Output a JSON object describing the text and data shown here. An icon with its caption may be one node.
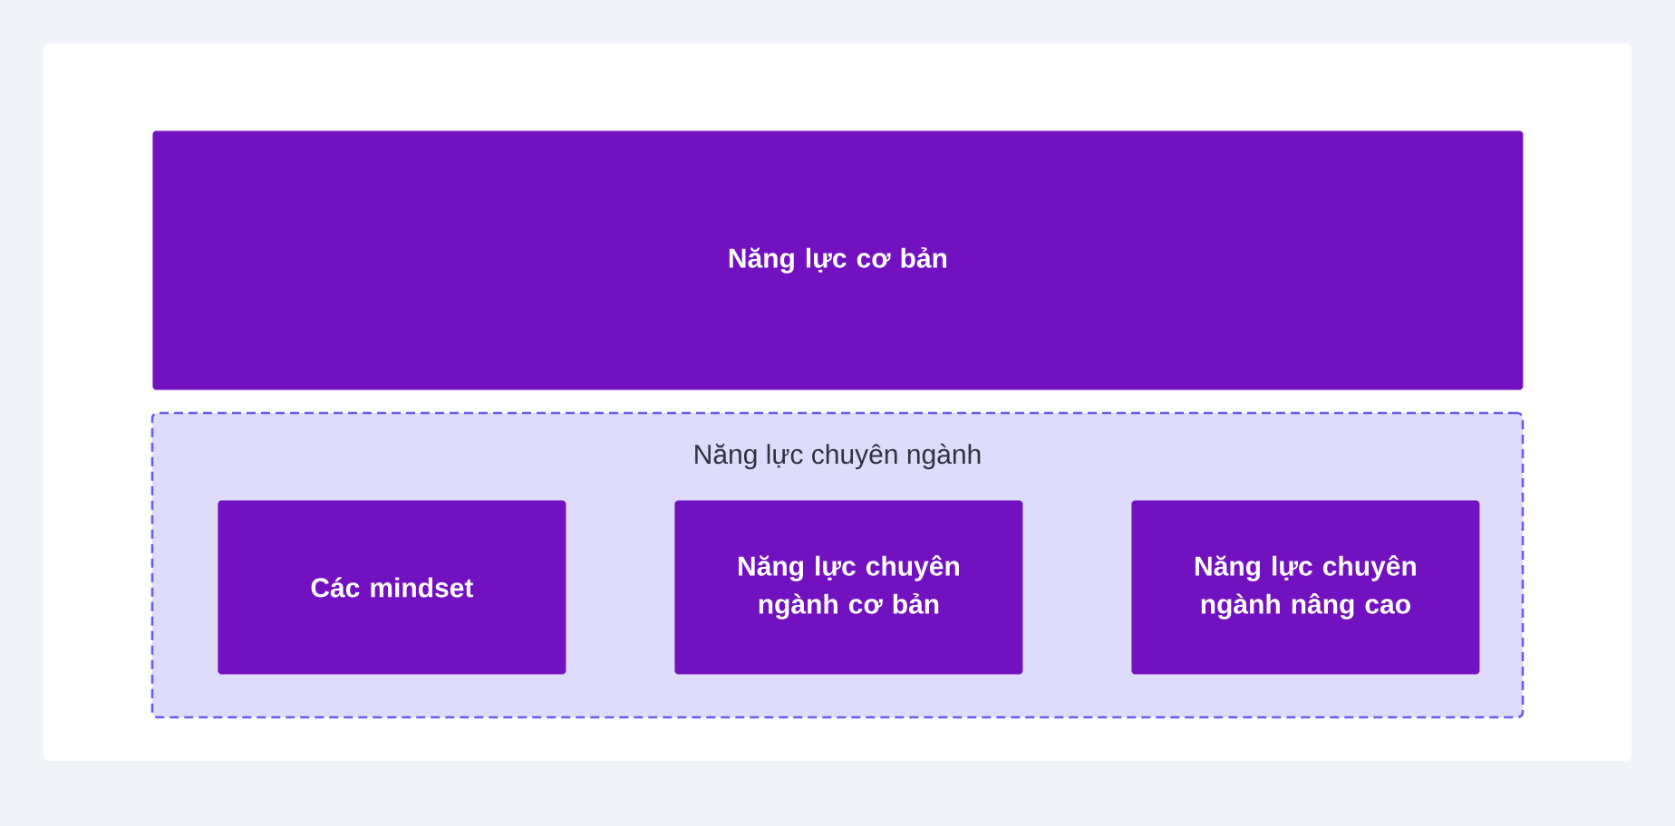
{
  "diagram": {
    "nodes": [
      {
        "text": [
          "Năng lực cơ bản"
        ]
      },
      {
        "text": [
          "Năng lực chuyên ngành"
        ]
      },
      {
        "text": [
          "Các mindset"
        ],
        "in": 1
      },
      {
        "text": [
          "Năng lực chuyên ngành cơ bản"
        ],
        "in": 1
      },
      {
        "text": [
          "Năng lực chuyên ngành nâng cao"
        ],
        "in": 1
      }
    ]
  }
}
